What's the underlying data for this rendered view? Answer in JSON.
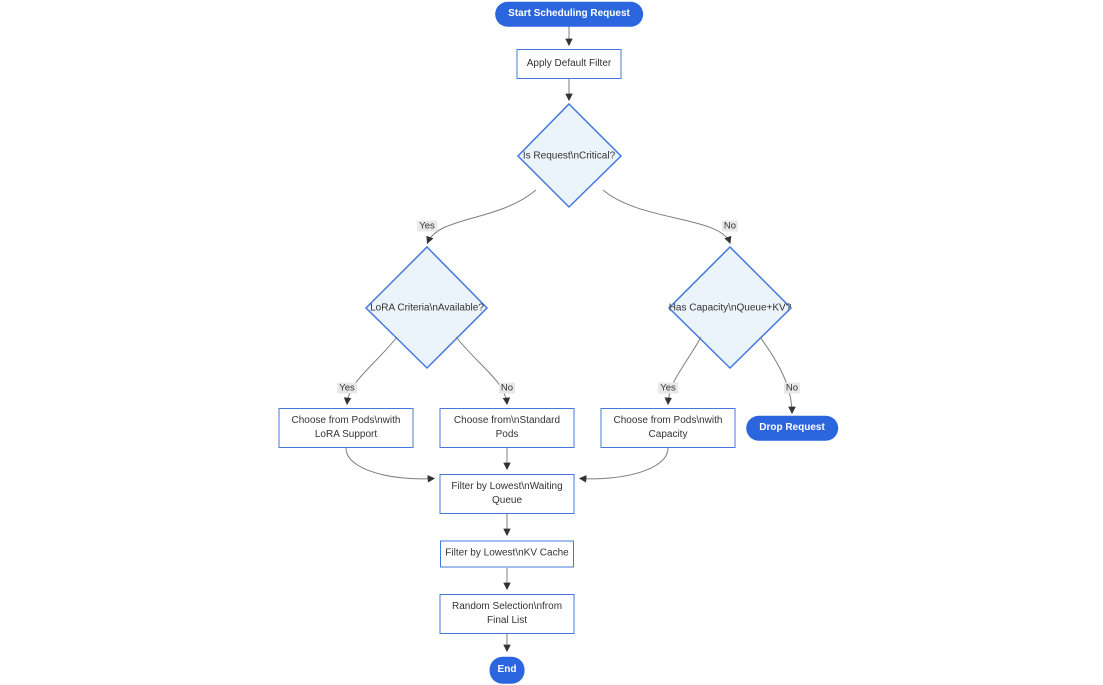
{
  "diagram": {
    "type": "flowchart",
    "colors": {
      "terminal_fill": "#2b66de",
      "terminal_text": "#ffffff",
      "process_fill": "#ffffff",
      "process_border": "#4478de",
      "decision_fill": "#ebf3fb",
      "decision_border": "#4478de",
      "edge_stroke": "#7d7d7d",
      "arrowhead": "#333333",
      "edge_label_bg": "#e8e8e8",
      "text": "#333333"
    },
    "nodes": {
      "start": {
        "label": "Start Scheduling Request",
        "shape": "pill"
      },
      "apply_filter": {
        "label": "Apply Default Filter",
        "shape": "process"
      },
      "is_critical": {
        "label": "Is Request\\nCritical?",
        "shape": "decision"
      },
      "lora_criteria": {
        "label": "LoRA Criteria\\nAvailable?",
        "shape": "decision"
      },
      "has_capacity": {
        "label": "Has Capacity\\nQueue+KV?",
        "shape": "decision"
      },
      "choose_lora": {
        "label": "Choose from Pods\\nwith LoRA Support",
        "shape": "process"
      },
      "choose_standard": {
        "label": "Choose from\\nStandard Pods",
        "shape": "process"
      },
      "choose_capacity": {
        "label": "Choose from Pods\\nwith Capacity",
        "shape": "process"
      },
      "drop_request": {
        "label": "Drop Request",
        "shape": "pill"
      },
      "filter_waiting": {
        "label": "Filter by Lowest\\nWaiting Queue",
        "shape": "process"
      },
      "filter_kv": {
        "label": "Filter by Lowest\\nKV Cache",
        "shape": "process"
      },
      "random_selection": {
        "label": "Random Selection\\nfrom Final List",
        "shape": "process"
      },
      "end": {
        "label": "End",
        "shape": "pill"
      }
    },
    "edge_labels": {
      "critical_yes": "Yes",
      "critical_no": "No",
      "lora_yes": "Yes",
      "lora_no": "No",
      "capacity_yes": "Yes",
      "capacity_no": "No"
    },
    "edges": [
      {
        "from": "start",
        "to": "apply_filter",
        "label": ""
      },
      {
        "from": "apply_filter",
        "to": "is_critical",
        "label": ""
      },
      {
        "from": "is_critical",
        "to": "lora_criteria",
        "label": "Yes"
      },
      {
        "from": "is_critical",
        "to": "has_capacity",
        "label": "No"
      },
      {
        "from": "lora_criteria",
        "to": "choose_lora",
        "label": "Yes"
      },
      {
        "from": "lora_criteria",
        "to": "choose_standard",
        "label": "No"
      },
      {
        "from": "has_capacity",
        "to": "choose_capacity",
        "label": "Yes"
      },
      {
        "from": "has_capacity",
        "to": "drop_request",
        "label": "No"
      },
      {
        "from": "choose_lora",
        "to": "filter_waiting",
        "label": ""
      },
      {
        "from": "choose_standard",
        "to": "filter_waiting",
        "label": ""
      },
      {
        "from": "choose_capacity",
        "to": "filter_waiting",
        "label": ""
      },
      {
        "from": "filter_waiting",
        "to": "filter_kv",
        "label": ""
      },
      {
        "from": "filter_kv",
        "to": "random_selection",
        "label": ""
      },
      {
        "from": "random_selection",
        "to": "end",
        "label": ""
      }
    ]
  }
}
